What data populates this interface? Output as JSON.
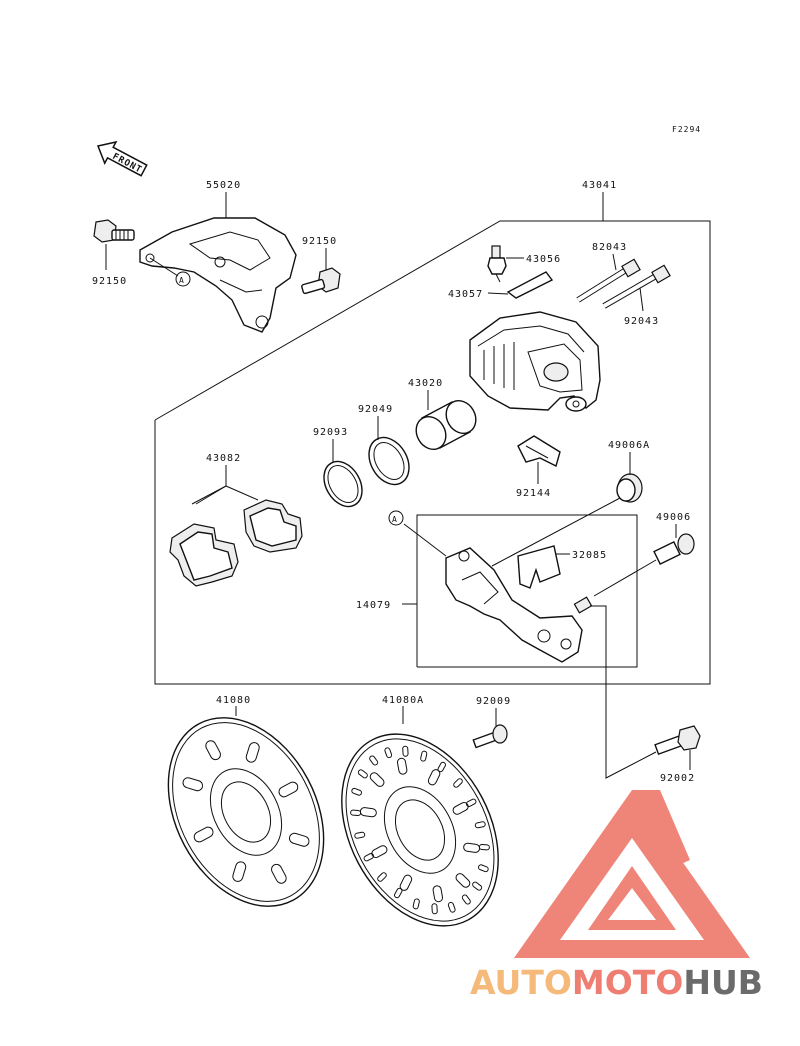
{
  "diagram_ref": "F2294",
  "front_label": "FRONT",
  "callout_a": "A",
  "parts": {
    "bracket": "55020",
    "bolt_left": "92150",
    "bolt_right": "92150",
    "caliper_assy": "43041",
    "bleeder": "43056",
    "spring": "43057",
    "pin_upper": "82043",
    "pin_lower": "92043",
    "piston": "43020",
    "seal_outer": "92049",
    "seal_inner": "92093",
    "pads": "43082",
    "pad_spring": "92144",
    "boot": "49006A",
    "pin_bolt": "49006",
    "shim": "32085",
    "holder": "14079",
    "disc": "41080",
    "disc_alt": "41080A",
    "disc_screw": "92009",
    "mount_bolt": "92002"
  },
  "watermark": {
    "part1": "AUTO",
    "part2": "MOTO",
    "part3": "HUB",
    "color_light": "#f5b97a",
    "color_red": "#ef7e72",
    "color_dark": "#6b6b6b"
  }
}
